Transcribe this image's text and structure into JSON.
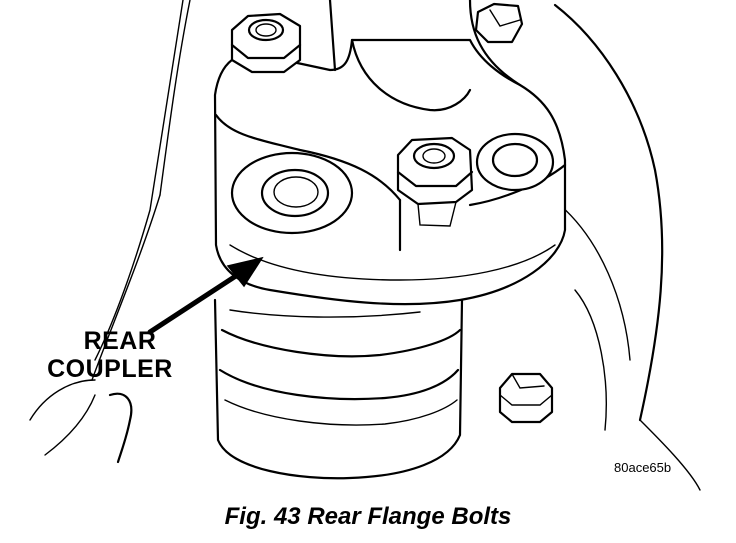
{
  "figure": {
    "callout_line1": "REAR",
    "callout_line2": "COUPLER",
    "image_code": "80ace65b",
    "caption": "Fig. 43 Rear Flange Bolts"
  }
}
